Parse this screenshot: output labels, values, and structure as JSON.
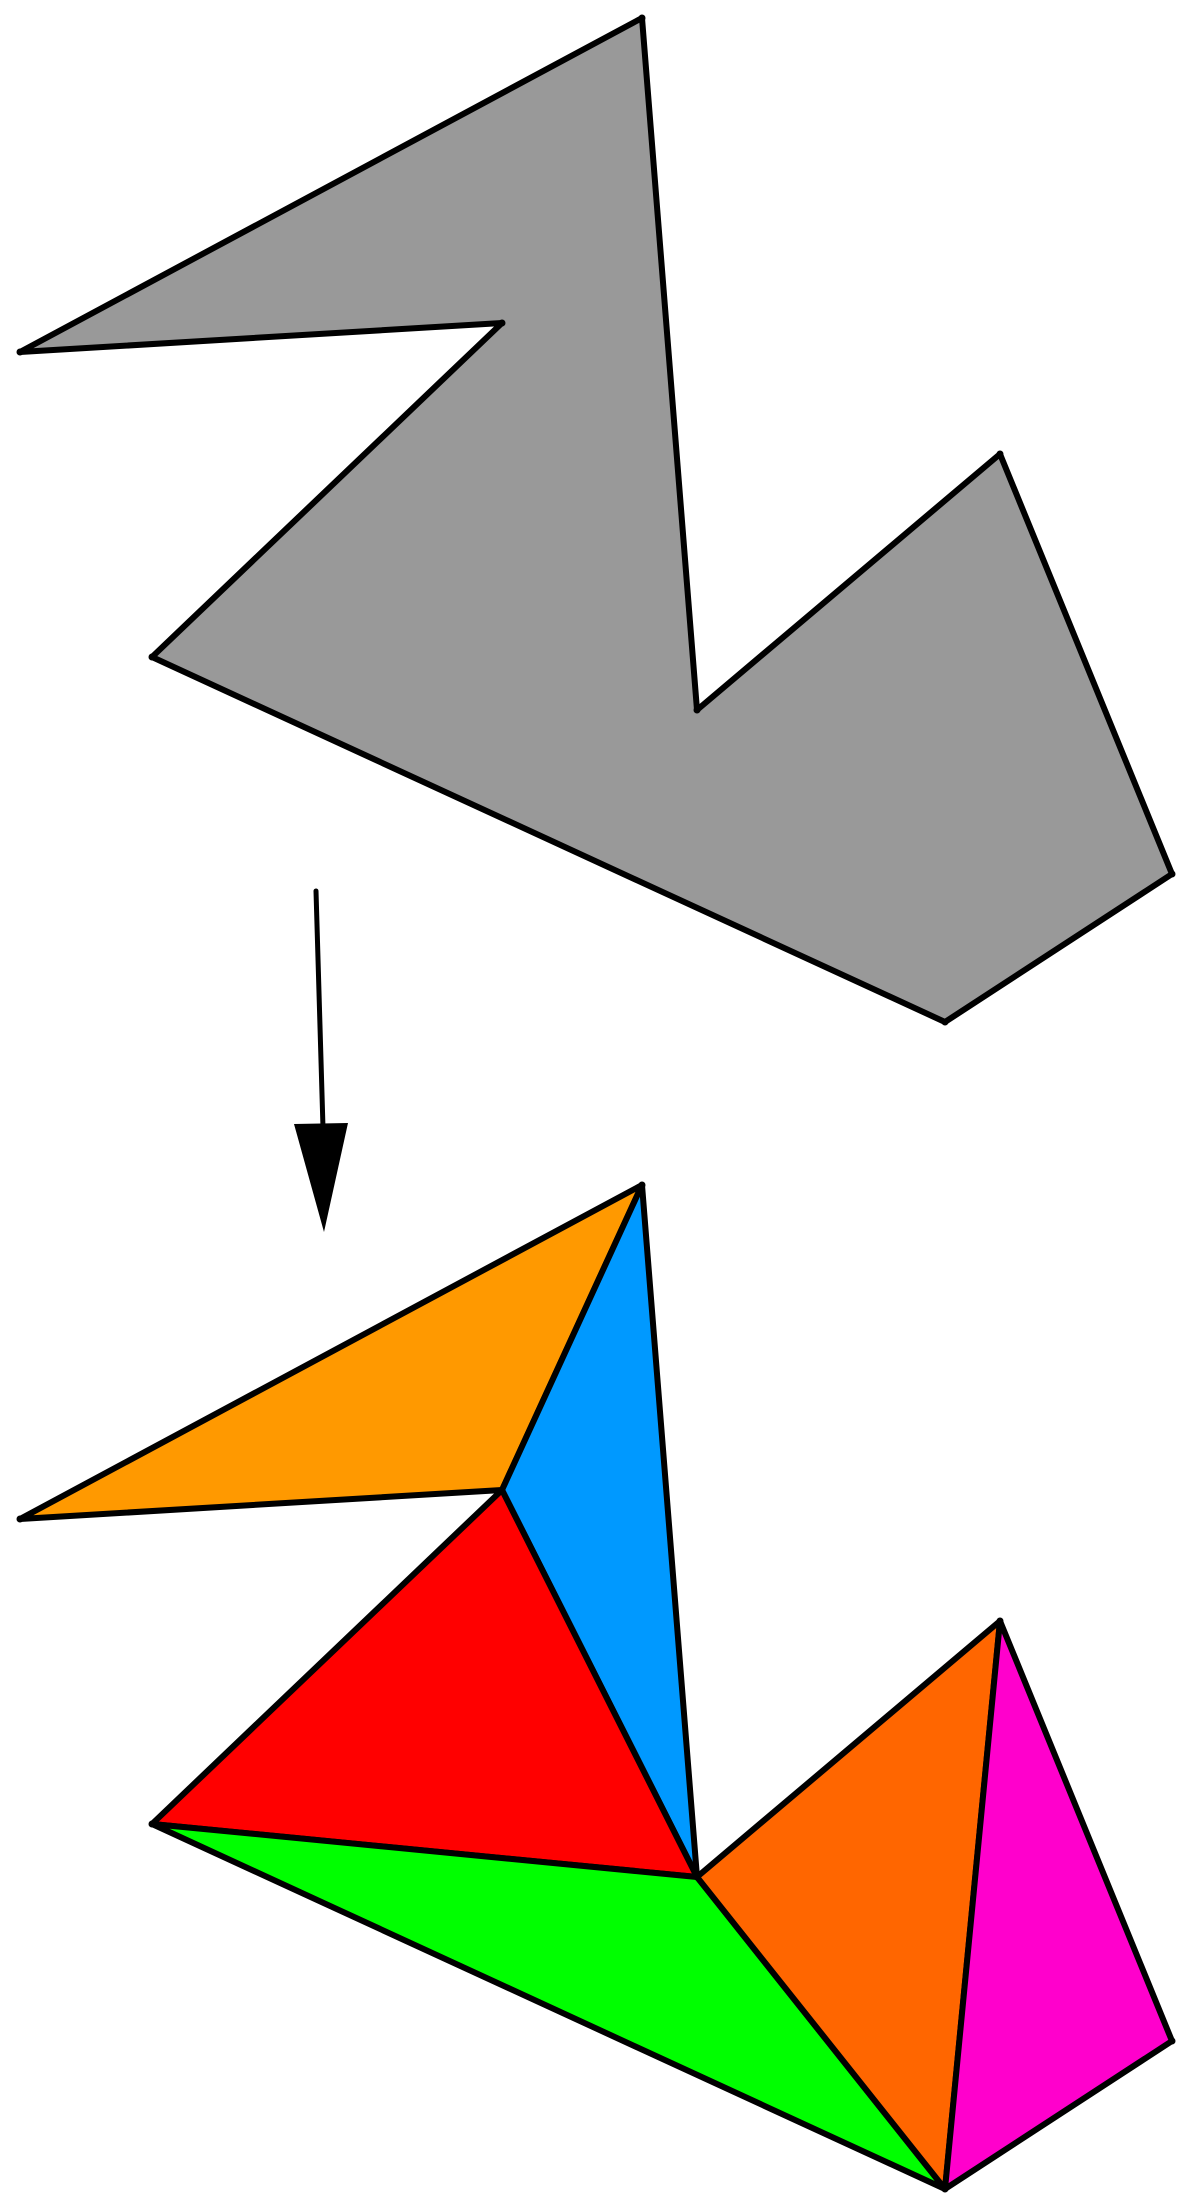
{
  "figure": {
    "description_hidden": "",
    "stroke_color": "#000000",
    "original_polygon": {
      "fill": "#999999"
    },
    "arrow": {
      "color": "#000000"
    },
    "triangles": [
      {
        "name": "triangle-orange-light",
        "fill": "#ff9900"
      },
      {
        "name": "triangle-blue",
        "fill": "#0099ff"
      },
      {
        "name": "triangle-red",
        "fill": "#ff0000"
      },
      {
        "name": "triangle-green",
        "fill": "#00ff00"
      },
      {
        "name": "triangle-orange-dark",
        "fill": "#ff6600"
      },
      {
        "name": "triangle-magenta",
        "fill": "#ff00cc"
      }
    ]
  }
}
